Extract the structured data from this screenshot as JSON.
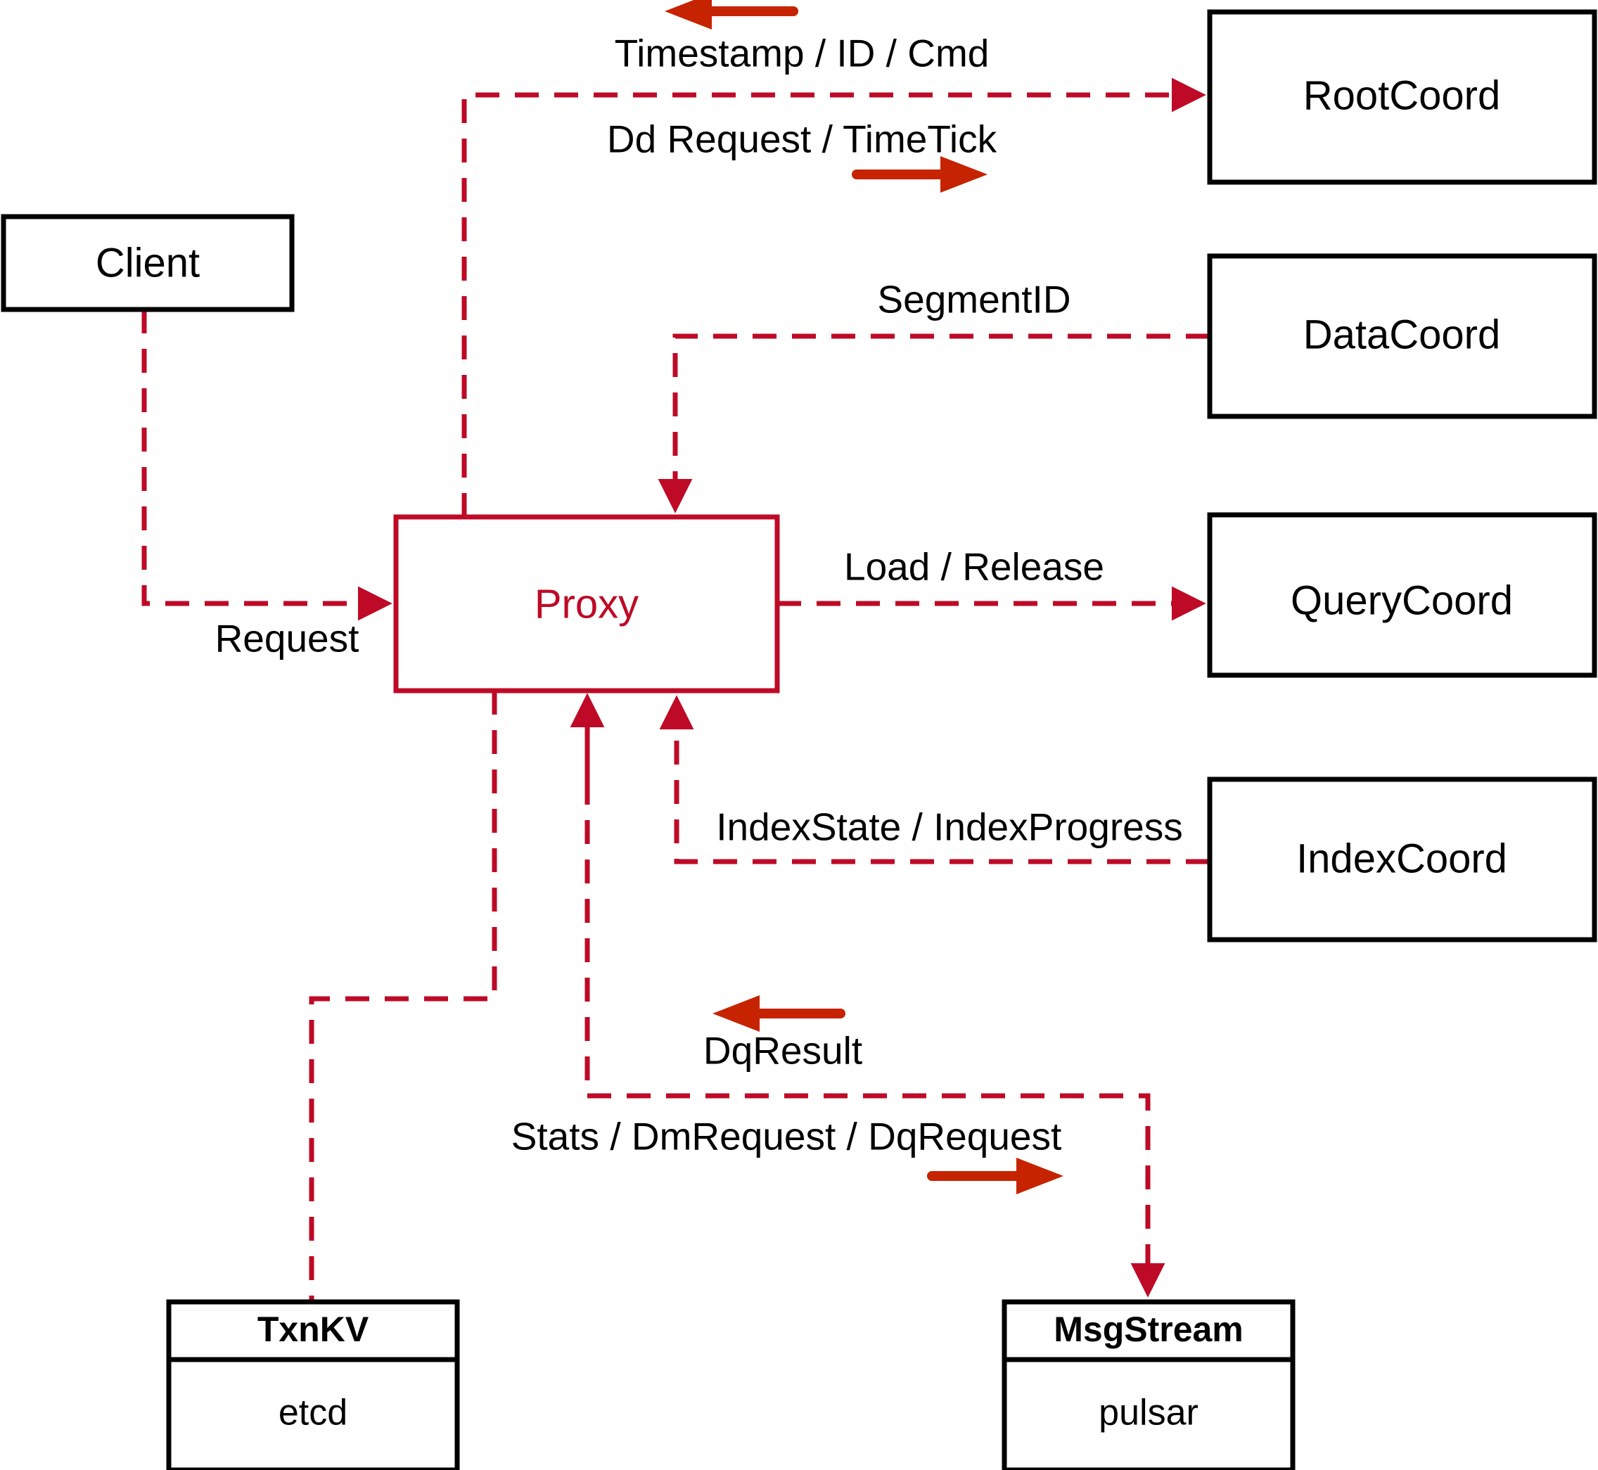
{
  "diagram": {
    "title": "Proxy component interaction diagram",
    "accent_color": "#BE0A26",
    "arrow_color": "#C62300",
    "node_border_color": "#000000",
    "background": "#ffffff"
  },
  "nodes": [
    {
      "id": "client",
      "label": "Client",
      "style": "plain"
    },
    {
      "id": "proxy",
      "label": "Proxy",
      "style": "accent"
    },
    {
      "id": "rootcoord",
      "label": "RootCoord",
      "style": "plain"
    },
    {
      "id": "datacoord",
      "label": "DataCoord",
      "style": "plain"
    },
    {
      "id": "querycoord",
      "label": "QueryCoord",
      "style": "plain"
    },
    {
      "id": "indexcoord",
      "label": "IndexCoord",
      "style": "plain"
    },
    {
      "id": "txnkv",
      "label": "TxnKV",
      "sublabel": "etcd",
      "style": "two-part"
    },
    {
      "id": "msgstream",
      "label": "MsgStream",
      "sublabel": "pulsar",
      "style": "two-part"
    }
  ],
  "edge_labels": {
    "timestamp_id_cmd": "Timestamp / ID / Cmd",
    "dd_request_timetick": "Dd Request / TimeTick",
    "segment_id": "SegmentID",
    "load_release": "Load / Release",
    "index_state_progress": "IndexState / IndexProgress",
    "request": "Request",
    "dq_result": "DqResult",
    "stats_dm_dq_request": "Stats / DmRequest / DqRequest"
  },
  "direction_arrows": [
    {
      "name": "timestamp-id-cmd-direction",
      "direction": "left"
    },
    {
      "name": "dd-request-timetick-direction",
      "direction": "right"
    },
    {
      "name": "dq-result-direction",
      "direction": "left"
    },
    {
      "name": "stats-dm-dq-request-direction",
      "direction": "right"
    }
  ]
}
